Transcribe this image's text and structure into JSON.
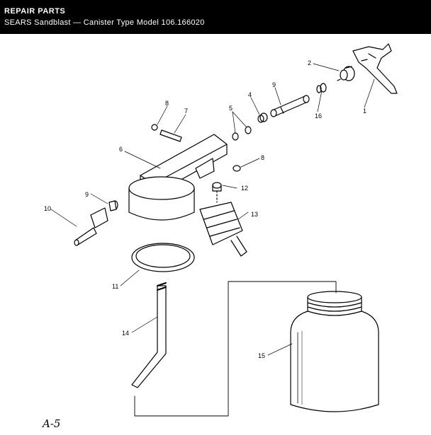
{
  "header": {
    "title": "REPAIR PARTS",
    "subtitle": "SEARS Sandblast — Canister Type Model 106.166020"
  },
  "callouts": {
    "c1": "1",
    "c2": "2",
    "c4": "4",
    "c5": "5",
    "c6": "6",
    "c7": "7",
    "c8a": "8",
    "c8b": "8",
    "c9a": "9",
    "c9b": "9",
    "c10": "10",
    "c11": "11",
    "c12": "12",
    "c13": "13",
    "c14": "14",
    "c15": "15",
    "c16": "16"
  },
  "page_mark": "A-5",
  "colors": {
    "ink": "#000000",
    "paper": "#ffffff"
  }
}
